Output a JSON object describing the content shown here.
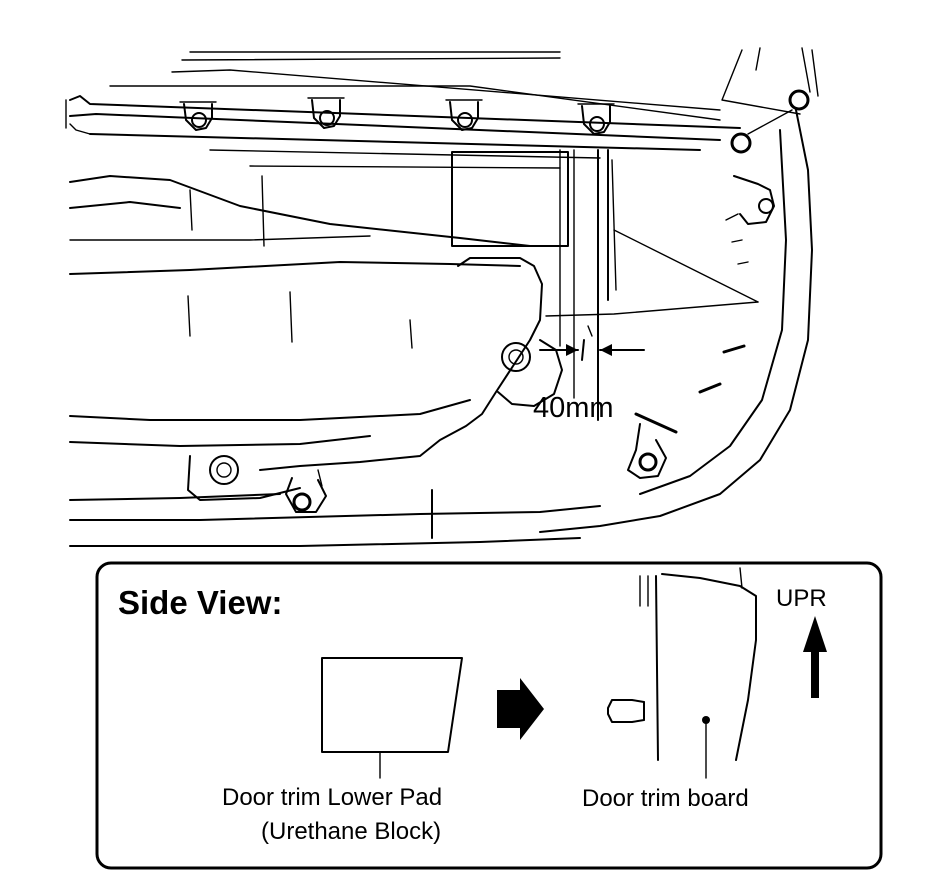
{
  "labels": {
    "measurement": "40mm",
    "side_view_title": "Side View:",
    "lower_pad_line1": "Door trim Lower Pad",
    "lower_pad_line2": "(Urethane Block)",
    "trim_board": "Door trim board",
    "upper_direction": "UPR"
  }
}
